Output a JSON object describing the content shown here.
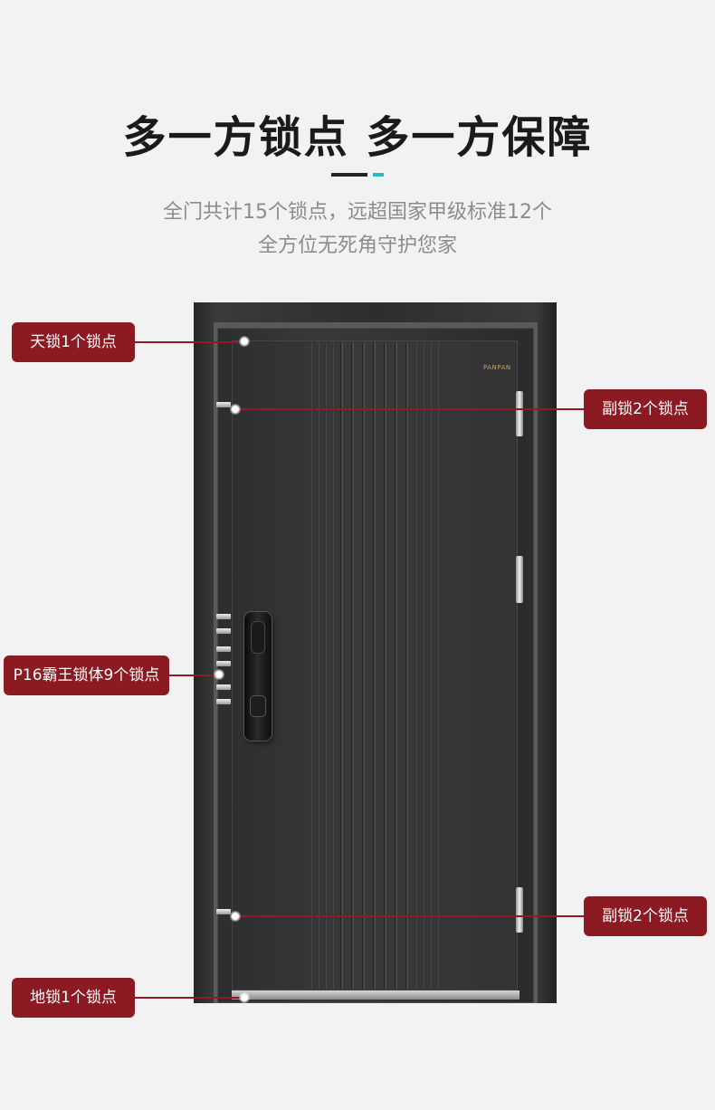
{
  "header": {
    "title": "多一方锁点 多一方保障",
    "subtitle_line1": "全门共计15个锁点，远超国家甲级标准12个",
    "subtitle_line2": "全方位无死角守护您家"
  },
  "door": {
    "brand_text": "PANPAN"
  },
  "callouts": {
    "top_lock": "天锁1个锁点",
    "aux_lock_upper": "副锁2个锁点",
    "main_lock_body": "P16霸王锁体9个锁点",
    "aux_lock_lower": "副锁2个锁点",
    "floor_lock": "地锁1个锁点"
  },
  "colors": {
    "background": "#f2f2f2",
    "callout": "#8b1a22",
    "accent": "#2bb7c9"
  }
}
